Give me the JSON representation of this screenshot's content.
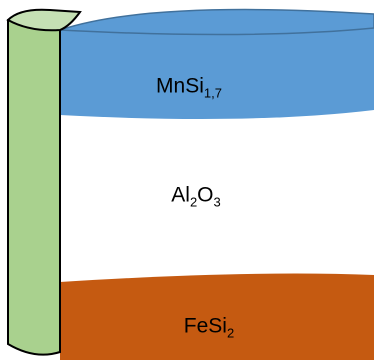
{
  "layers": [
    {
      "id": "mnsi",
      "base": "MnSi",
      "sub": "1,7",
      "color": "#5b9bd5"
    },
    {
      "id": "al2o3",
      "parts": [
        "Al",
        "2",
        "O",
        "3"
      ],
      "color": "#ffffff"
    },
    {
      "id": "fesi2",
      "base": "FeSi",
      "sub": "2",
      "color": "#c55a11"
    }
  ],
  "side_strip": {
    "color": "#a9d18e"
  },
  "outline_color": "#000000"
}
